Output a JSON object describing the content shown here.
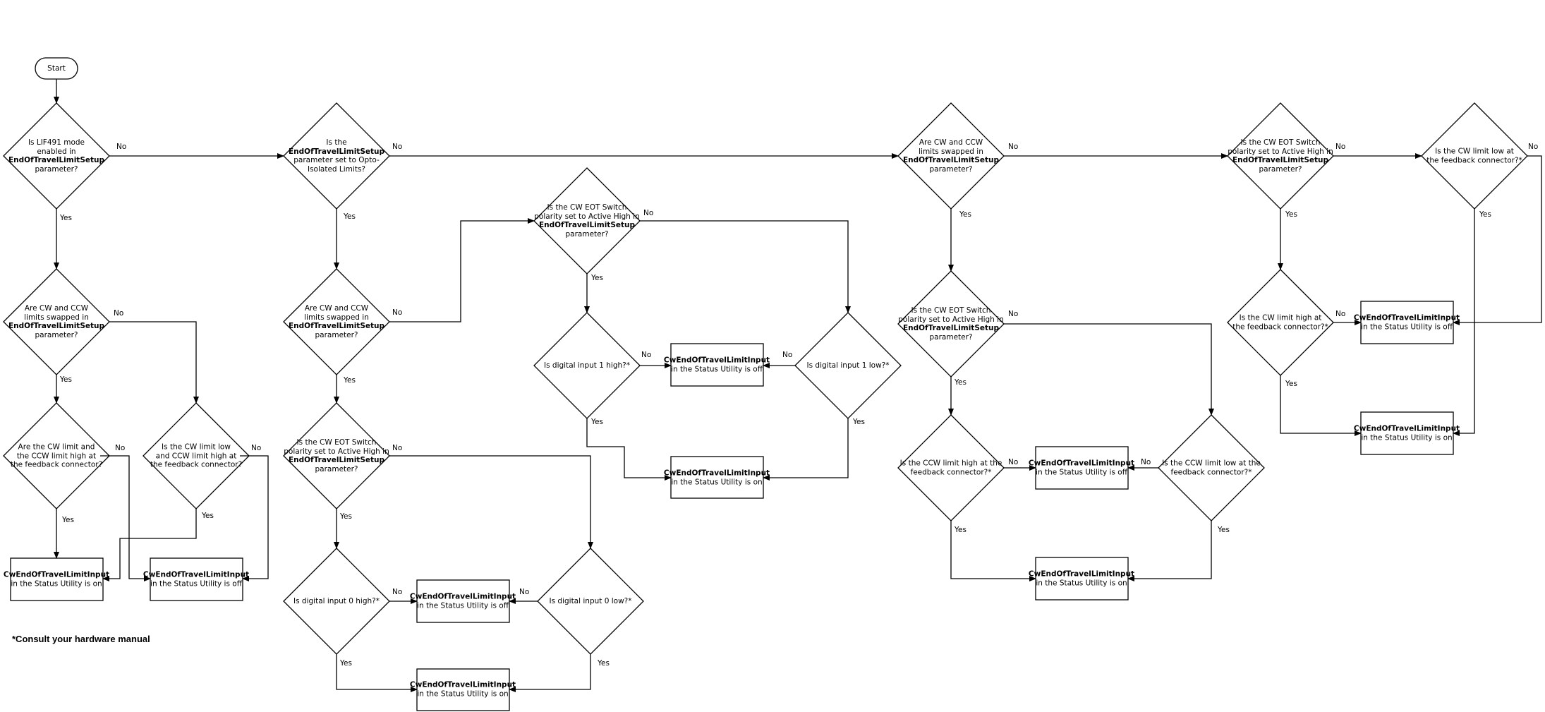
{
  "footnote": "*Consult your hardware manual",
  "start": "Start",
  "edge_yes": "Yes",
  "edge_no": "No",
  "nodes": {
    "n1": {
      "type": "decision",
      "l1": "Is LIF491 mode",
      "l2": "enabled in",
      "l3": "EndOfTravelLimitSetup",
      "l4": "parameter?"
    },
    "n2": {
      "type": "decision",
      "l1": "Are CW and CCW",
      "l2": "limits swapped in",
      "l3": "EndOfTravelLimitSetup",
      "l4": "parameter?"
    },
    "n3": {
      "type": "decision",
      "l1": "Are the CW limit and",
      "l2": "the CCW limit high at",
      "l3": "the feedback connector?"
    },
    "n4": {
      "type": "decision",
      "l1": "Is the CW limit low",
      "l2": "and CCW limit high at",
      "l3": "the feedback connector?"
    },
    "r1": {
      "type": "result",
      "l1": "CwEndOfTravelLimitInput",
      "l2": "in the Status Utility is on"
    },
    "r2": {
      "type": "result",
      "l1": "CwEndOfTravelLimitInput",
      "l2": "in the Status Utility is off"
    },
    "n5": {
      "type": "decision",
      "l1": "Is the",
      "l2": "EndOfTravelLimitSetup",
      "l3": "parameter set to Opto-",
      "l4": "Isolated Limits?"
    },
    "n6": {
      "type": "decision",
      "l1": "Are CW and CCW",
      "l2": "limits swapped in",
      "l3": "EndOfTravelLimitSetup",
      "l4": "parameter?"
    },
    "n7": {
      "type": "decision",
      "l1": "Is the CW EOT Switch",
      "l2": "polarity set to Active High in",
      "l3": "EndOfTravelLimitSetup",
      "l4": "parameter?"
    },
    "n8": {
      "type": "decision",
      "l1": "Is digital input 0 high?*"
    },
    "n9": {
      "type": "decision",
      "l1": "Is digital input 0 low?*"
    },
    "r3": {
      "type": "result",
      "l1": "CwEndOfTravelLimitInput",
      "l2": "in the Status Utility is off"
    },
    "r4": {
      "type": "result",
      "l1": "CwEndOfTravelLimitInput",
      "l2": "in the Status Utility is on"
    },
    "n10": {
      "type": "decision",
      "l1": "Is the CW EOT Switch",
      "l2": "polarity set to Active High in",
      "l3": "EndOfTravelLimitSetup",
      "l4": "parameter?"
    },
    "n11": {
      "type": "decision",
      "l1": "Is digital input 1 high?*"
    },
    "n12": {
      "type": "decision",
      "l1": "Is digital input 1 low?*"
    },
    "r5": {
      "type": "result",
      "l1": "CwEndOfTravelLimitInput",
      "l2": "in the Status Utility is off"
    },
    "r6": {
      "type": "result",
      "l1": "CwEndOfTravelLimitInput",
      "l2": "in the Status Utility is on"
    },
    "n13": {
      "type": "decision",
      "l1": "Are CW and CCW",
      "l2": "limits swapped in",
      "l3": "EndOfTravelLimitSetup",
      "l4": "parameter?"
    },
    "n14": {
      "type": "decision",
      "l1": "Is the CW EOT Switch",
      "l2": "polarity set to Active High in",
      "l3": "EndOfTravelLimitSetup",
      "l4": "parameter?"
    },
    "n15": {
      "type": "decision",
      "l1": "Is the CCW limit high at the",
      "l2": "feedback connector?*"
    },
    "n16": {
      "type": "decision",
      "l1": "Is the CCW limit low at the",
      "l2": "feedback connector?*"
    },
    "r7": {
      "type": "result",
      "l1": "CwEndOfTravelLimitInput",
      "l2": "in the Status Utility is off"
    },
    "r8": {
      "type": "result",
      "l1": "CwEndOfTravelLimitInput",
      "l2": "in the Status Utility is on"
    },
    "n17": {
      "type": "decision",
      "l1": "Is the CW EOT Switch",
      "l2": "polarity set to Active High in",
      "l3": "EndOfTravelLimitSetup",
      "l4": "parameter?"
    },
    "n18": {
      "type": "decision",
      "l1": "Is the CW limit low at",
      "l2": "the feedback connector?*"
    },
    "n19": {
      "type": "decision",
      "l1": "Is the CW limit high at",
      "l2": "the feedback connector?*"
    },
    "r9": {
      "type": "result",
      "l1": "CwEndOfTravelLimitInput",
      "l2": "in the Status Utility is off"
    },
    "r10": {
      "type": "result",
      "l1": "CwEndOfTravelLimitInput",
      "l2": "in the Status Utility is on"
    }
  }
}
